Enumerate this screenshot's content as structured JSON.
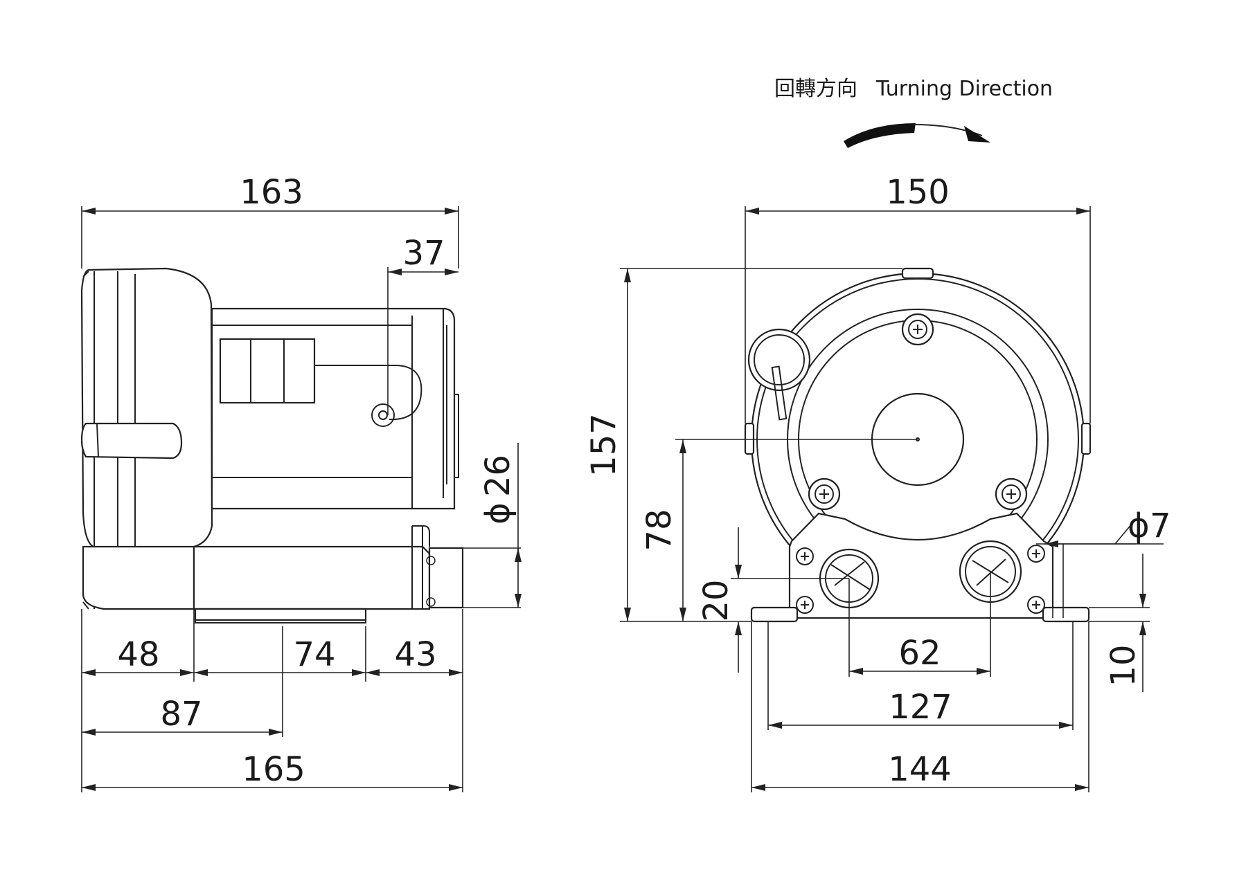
{
  "turning_direction": {
    "label_zh": "回轉方向",
    "label_en": "Turning Direction"
  },
  "side_view": {
    "dims": {
      "overall_top": "163",
      "outlet_offset": "37",
      "outlet_diameter": "26",
      "seg1": "48",
      "seg2": "74",
      "seg3": "43",
      "base_to_foot": "87",
      "overall_bottom": "165"
    }
  },
  "front_view": {
    "dims": {
      "width_top": "150",
      "height": "157",
      "center_height": "78",
      "port_height": "20",
      "hole_diameter": "7",
      "port_spacing": "62",
      "foot_spacing": "127",
      "base_width": "144",
      "foot_thickness": "10"
    }
  },
  "symbols": {
    "diameter": "ϕ"
  }
}
